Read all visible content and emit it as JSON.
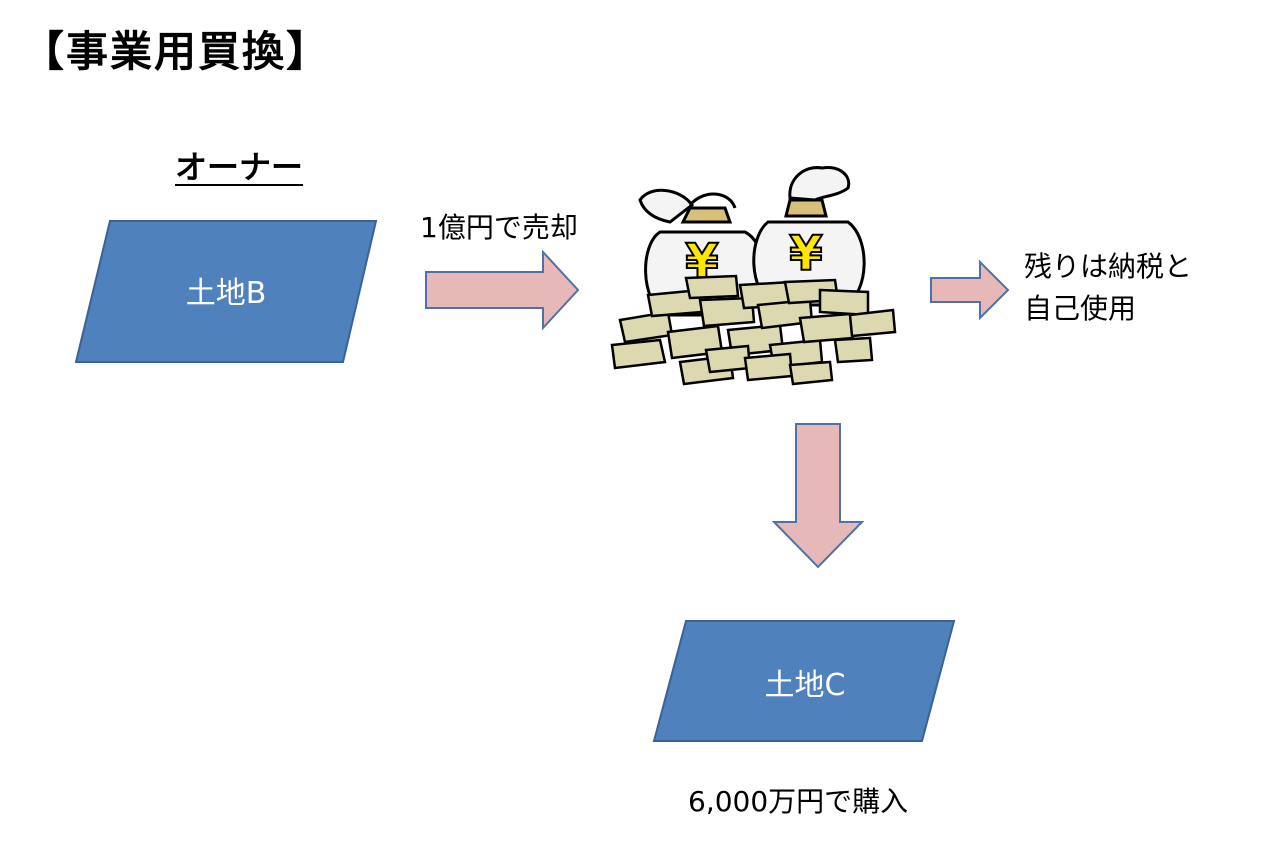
{
  "title": "【事業用買換】",
  "owner_label": "オーナー",
  "land_b": "土地B",
  "land_c": "土地C",
  "sell_label": "1億円で売却",
  "remain_label": [
    "残りは納税と",
    "自己使用"
  ],
  "buy_label": "6,000万円で購入",
  "money_bag_symbol": "¥",
  "colors": {
    "land_fill": "#4f81bd",
    "land_stroke": "#3a6394",
    "arrow_fill": "#e6b9b8",
    "arrow_stroke": "#4f71a8",
    "money_bill": "#dcd8b0",
    "money_bag": "#f4f4f4",
    "yen_mark": "#ffe600"
  }
}
